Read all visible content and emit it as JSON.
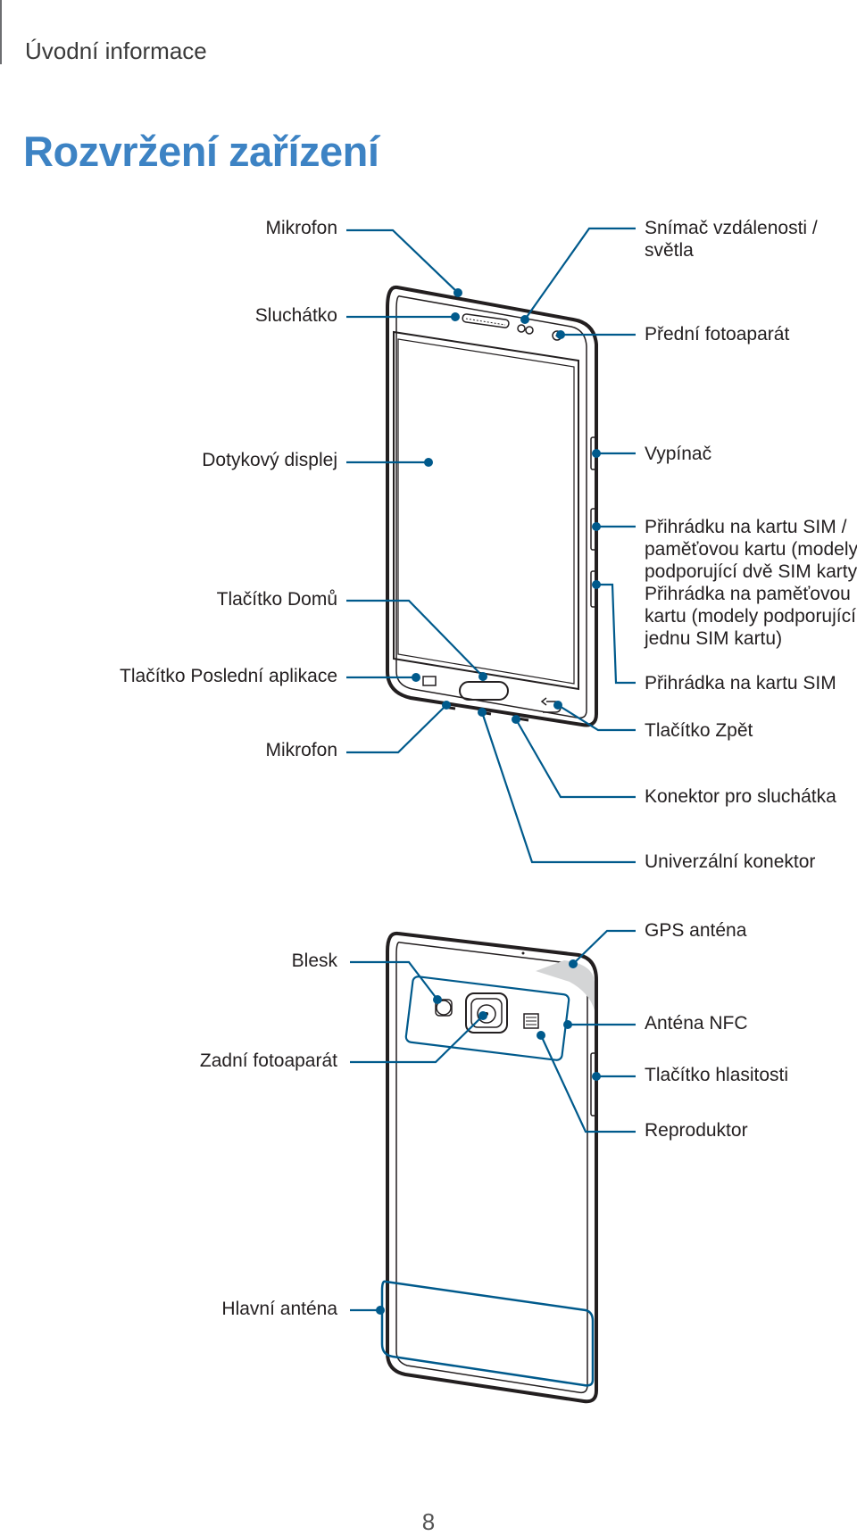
{
  "header": {
    "section": "Úvodní informace"
  },
  "page_title": "Rozvržení zařízení",
  "front_labels": {
    "microphone_top": "Mikrofon",
    "earpiece": "Sluchátko",
    "touchscreen": "Dotykový displej",
    "home_button": "Tlačítko Domů",
    "recent_apps_button": "Tlačítko Poslední aplikace",
    "microphone_bottom": "Mikrofon",
    "proximity_sensor": "Snímač vzdálenosti / světla",
    "front_camera": "Přední fotoaparát",
    "power_key": "Vypínač",
    "sim_tray_lines": [
      "Přihrádku na kartu SIM /",
      "paměťovou kartu (modely",
      "podporující dvě SIM karty)",
      "Přihrádka na paměťovou",
      "kartu (modely podporující",
      "jednu SIM kartu)"
    ],
    "sim_tray": "Přihrádka na kartu SIM",
    "back_button": "Tlačítko Zpět",
    "headset_jack": "Konektor pro sluchátka",
    "multipurpose_jack": "Univerzální konektor"
  },
  "back_labels": {
    "flash": "Blesk",
    "rear_camera": "Zadní fotoaparát",
    "main_antenna": "Hlavní anténa",
    "gps_antenna": "GPS anténa",
    "nfc_antenna": "Anténa NFC",
    "volume_key": "Tlačítko hlasitosti",
    "speaker": "Reproduktor"
  },
  "page_number": "8",
  "colors": {
    "title": "#3d83c4",
    "callout": "#005a8c",
    "text": "#231f20"
  }
}
